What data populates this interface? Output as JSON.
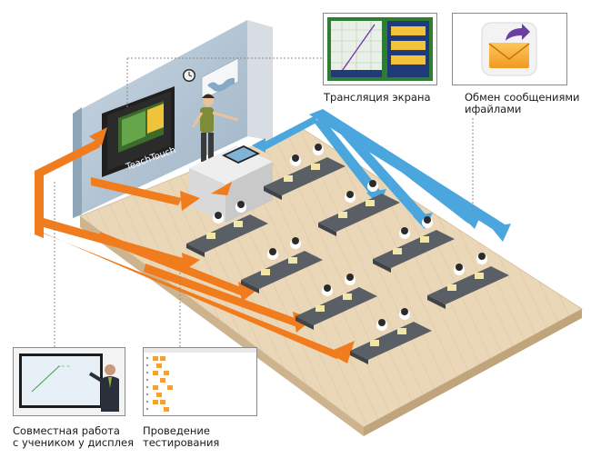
{
  "brand": "TeachTouch",
  "features": {
    "broadcast": {
      "label": "Трансляция экрана"
    },
    "messaging": {
      "line1": "Обмен сообщениями",
      "line2": "ифайлами"
    },
    "collab": {
      "line1": "Совместная работа",
      "line2": "с учеником у дисплея"
    },
    "testing": {
      "line1": "Проведение",
      "line2": "тестирования"
    }
  },
  "colors": {
    "orange": "#f07c1e",
    "blue": "#4aa6dd",
    "wall": "#b9cad8",
    "floor": "#e8d3b3",
    "envelope": "#f4a838",
    "desk": "#555a60"
  },
  "icons": [
    "envelope-icon",
    "share-arrow-icon",
    "clock-icon",
    "world-map-icon"
  ]
}
